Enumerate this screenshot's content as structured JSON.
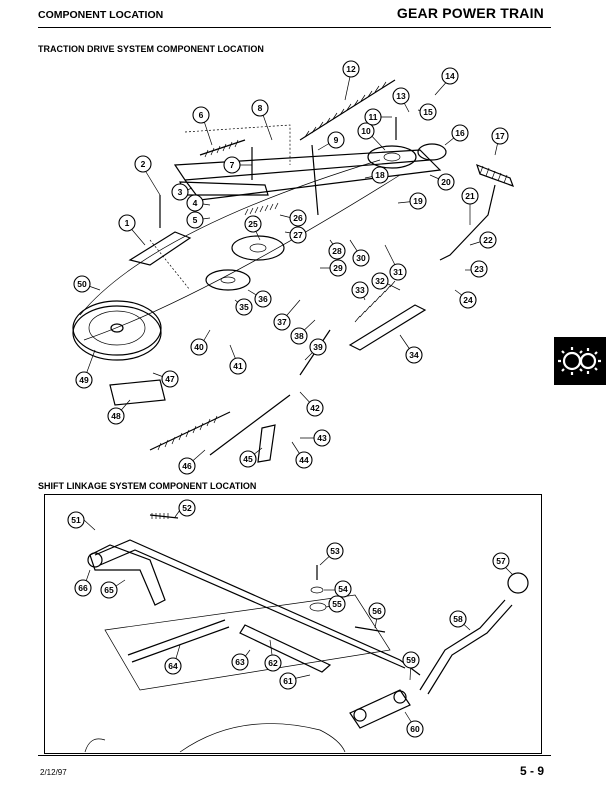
{
  "header": {
    "left": "COMPONENT LOCATION",
    "right": "GEAR POWER TRAIN"
  },
  "section1": {
    "title": "TRACTION DRIVE SYSTEM COMPONENT LOCATION"
  },
  "section2": {
    "title": "SHIFT LINKAGE SYSTEM COMPONENT LOCATION"
  },
  "footer": {
    "date": "2/12/97",
    "page": "5 - 9"
  },
  "tab_icon": "gear-pair-icon",
  "callouts_traction": [
    "1",
    "2",
    "3",
    "4",
    "5",
    "6",
    "7",
    "8",
    "9",
    "10",
    "11",
    "12",
    "13",
    "14",
    "15",
    "16",
    "17",
    "18",
    "19",
    "20",
    "21",
    "22",
    "23",
    "24",
    "25",
    "26",
    "27",
    "28",
    "29",
    "30",
    "31",
    "32",
    "33",
    "34",
    "35",
    "36",
    "37",
    "38",
    "39",
    "40",
    "41",
    "42",
    "43",
    "44",
    "45",
    "46",
    "47",
    "48",
    "49",
    "50"
  ],
  "callouts_shift": [
    "51",
    "52",
    "53",
    "54",
    "55",
    "56",
    "57",
    "58",
    "59",
    "60",
    "61",
    "62",
    "63",
    "64",
    "65",
    "66"
  ]
}
